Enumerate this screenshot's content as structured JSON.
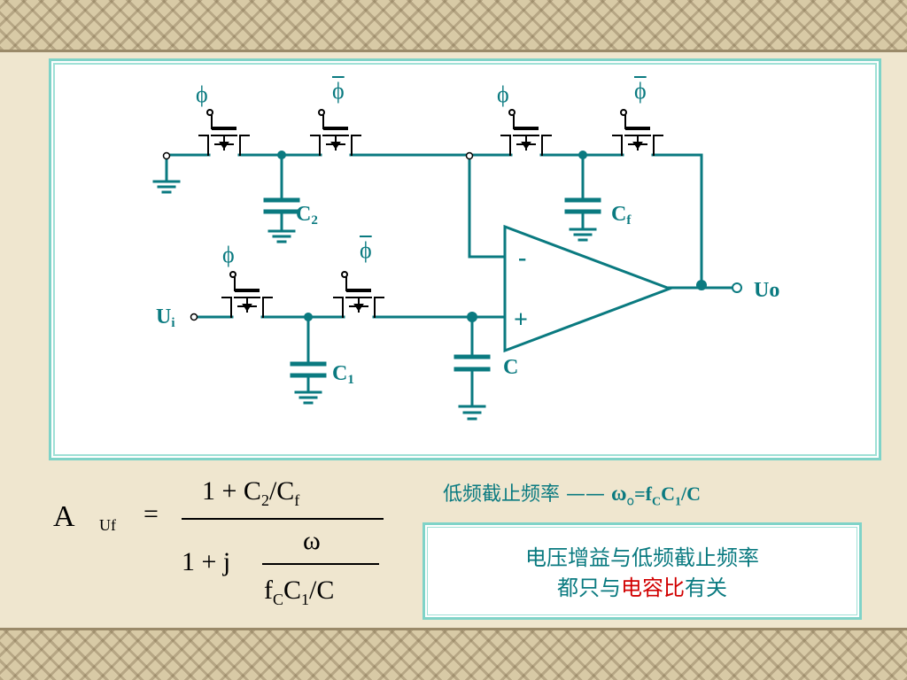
{
  "labels": {
    "phi": "ϕ",
    "c2": "C",
    "c2_sub": "2",
    "cf": "C",
    "cf_sub": "f",
    "c1": "C",
    "c1_sub": "1",
    "c": "C",
    "ui": "U",
    "ui_sub": "i",
    "uo": "Uo",
    "minus": "-",
    "plus": "+"
  },
  "formula": {
    "lhs": "A",
    "lhs_sub": "Uf",
    "eq": "=",
    "num_main": "1 + C",
    "num_sub2": "2",
    "num_mid": "/C",
    "num_subf": "f",
    "den_lead": "1 + j",
    "den_omega": "ω",
    "den_f": "f",
    "den_fsub": "C",
    "den_c": "C",
    "den_csub": "1",
    "den_tail": "/C"
  },
  "cutoff": {
    "text": "低频截止频率 —— ",
    "omega": "ω",
    "omega_sub": "o",
    "eq": "=f",
    "f_sub": "C",
    "c": "C",
    "c_sub": "1",
    "tail": "/C"
  },
  "note": {
    "line1": "电压增益与低频截止频率",
    "line2_a": "都只与",
    "line2_hl": "电容比",
    "line2_b": "有关"
  },
  "colors": {
    "accent": "#0a7a80",
    "highlight": "#d10000"
  }
}
